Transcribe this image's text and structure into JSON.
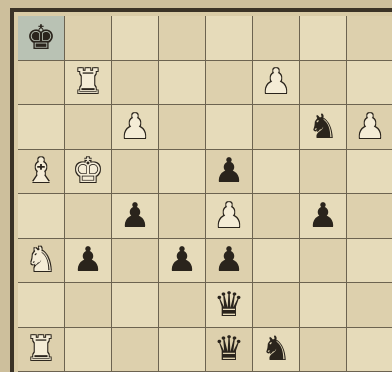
{
  "board": {
    "highlight": "a8",
    "squares": [
      [
        "bK",
        "",
        "",
        "",
        "",
        "",
        "",
        ""
      ],
      [
        "",
        "wR",
        "",
        "",
        "",
        "wP",
        "",
        ""
      ],
      [
        "",
        "",
        "wP",
        "",
        "",
        "",
        "bN",
        "wP"
      ],
      [
        "wB",
        "wK",
        "",
        "",
        "bP",
        "",
        "",
        ""
      ],
      [
        "",
        "",
        "bP",
        "",
        "wP",
        "",
        "bP",
        ""
      ],
      [
        "wN",
        "bP",
        "",
        "bP",
        "bP",
        "",
        "",
        ""
      ],
      [
        "",
        "",
        "",
        "",
        "bQ",
        "",
        "",
        ""
      ],
      [
        "wR",
        "",
        "",
        "",
        "bK2",
        "bN",
        "",
        ""
      ]
    ],
    "glyphs": {
      "K": "♚",
      "Q": "♛",
      "R": "♜",
      "B": "♝",
      "N": "♞",
      "P": "♟",
      "K2": "♛"
    }
  }
}
